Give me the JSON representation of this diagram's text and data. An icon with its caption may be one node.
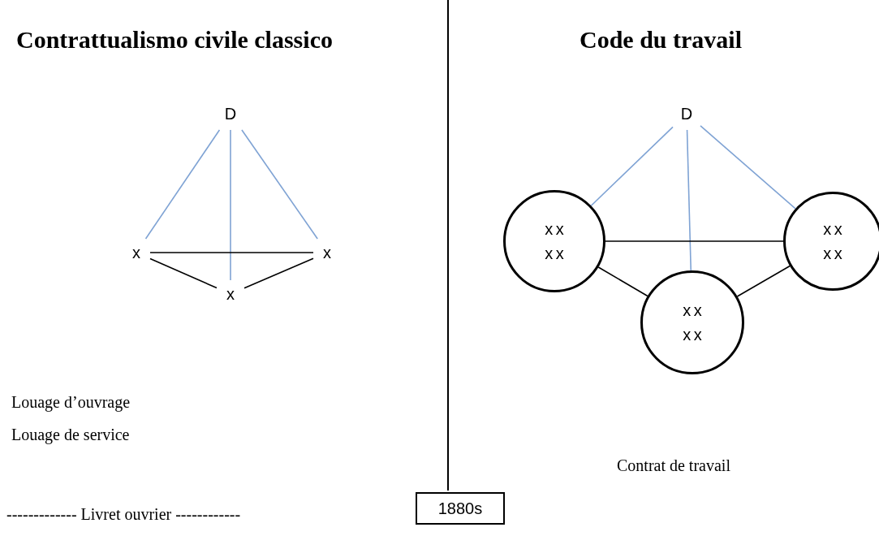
{
  "diagram": {
    "nodes": [
      {
        "text": [
          "D"
        ]
      },
      {
        "text": [
          "x"
        ]
      },
      {
        "text": [
          "x"
        ]
      },
      {
        "text": [
          "x"
        ]
      },
      {
        "text": [
          "D"
        ]
      },
      {
        "text": [
          "x x x x"
        ]
      },
      {
        "text": [
          "x x x x"
        ]
      },
      {
        "text": [
          "x x x x"
        ]
      },
      {
        "text": [
          "1880s"
        ]
      }
    ],
    "edges": [
      {
        "from": 0,
        "to": 1,
        "arrow": "none",
        "color": "#7fa3d4"
      },
      {
        "from": 0,
        "to": 3,
        "arrow": "none",
        "color": "#7fa3d4"
      },
      {
        "from": 0,
        "to": 2,
        "arrow": "none",
        "color": "#7fa3d4"
      },
      {
        "from": 1,
        "to": 2,
        "arrow": "none",
        "color": "#000000"
      },
      {
        "from": 1,
        "to": 3,
        "arrow": "none",
        "color": "#000000"
      },
      {
        "from": 2,
        "to": 3,
        "arrow": "none",
        "color": "#000000"
      },
      {
        "from": 4,
        "to": 5,
        "arrow": "none",
        "color": "#7fa3d4"
      },
      {
        "from": 4,
        "to": 7,
        "arrow": "none",
        "color": "#7fa3d4"
      },
      {
        "from": 4,
        "to": 6,
        "arrow": "none",
        "color": "#7fa3d4"
      },
      {
        "from": 5,
        "to": 6,
        "arrow": "none",
        "color": "#000000"
      },
      {
        "from": 5,
        "to": 7,
        "arrow": "none",
        "color": "#000000"
      },
      {
        "from": 6,
        "to": 7,
        "arrow": "none",
        "color": "#000000"
      }
    ],
    "labels": [
      "Contrattualismo civile classico",
      "Code du travail",
      "Louage d’ouvrage",
      "Louage de service",
      "Contrat de travail",
      "------------- Livret ouvrier ------------"
    ]
  }
}
